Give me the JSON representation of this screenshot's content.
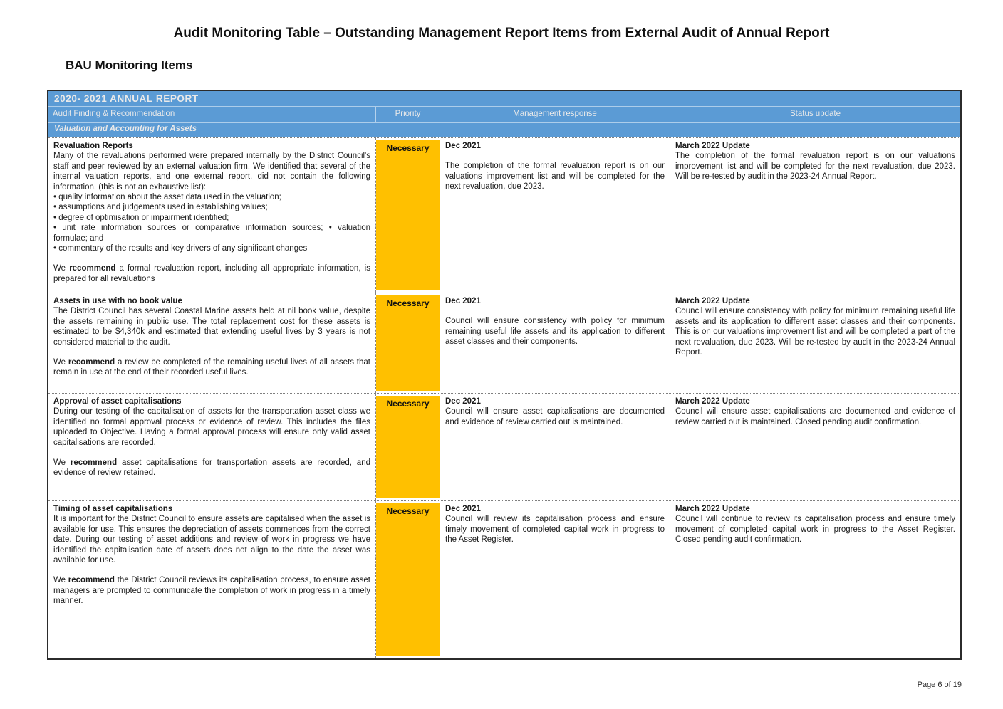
{
  "page": {
    "title": "Audit Monitoring Table – Outstanding Management Report Items from External Audit of Annual Report",
    "subtitle": "BAU Monitoring Items",
    "footer": "Page 6 of 19"
  },
  "table": {
    "section_title": "2020- 2021 ANNUAL REPORT",
    "columns": {
      "finding": "Audit Finding & Recommendation",
      "priority": "Priority",
      "response": "Management response",
      "status": "Status update"
    },
    "category": "Valuation and Accounting for Assets",
    "overflow_marker": "...",
    "colors": {
      "header_blue": "#5B9BD5",
      "priority_yellow": "#FFC000"
    },
    "rows": [
      {
        "finding": {
          "title": "Revaluation Reports",
          "body": "Many of the revaluations performed were prepared internally by the District Council's staff and peer reviewed by an external valuation firm. We identified that several of the internal valuation reports, and one external report, did not contain the following information. (this is not an exhaustive list):",
          "bullets": [
            "quality information about the asset data used in the valuation;",
            "assumptions and judgements used in establishing values;",
            "degree of optimisation or impairment identified;",
            "unit rate information sources or comparative information sources; • valuation formulae; and",
            "commentary of the results and key drivers of any significant changes"
          ],
          "recommend_prefix": "We ",
          "recommend_bold": "recommend",
          "recommend_rest": " a formal revaluation report, including all appropriate information, is prepared for all revaluations"
        },
        "priority": "Necessary",
        "response": {
          "date": "Dec 2021",
          "body": "The completion of the formal revaluation report is on our valuations improvement list and will be completed for the next revaluation, due 2023."
        },
        "status": {
          "title": "March 2022 Update",
          "body": "The completion of the formal revaluation report is on our valuations improvement list and will be completed for the next revaluation, due 2023. Will be re-tested by audit in the 2023-24 Annual Report."
        }
      },
      {
        "finding": {
          "title": "Assets in use with no book value",
          "body": "The District Council has several Coastal Marine assets held at nil book value, despite the assets remaining in public use. The total replacement cost for these assets is estimated to be $4,340k and estimated that extending useful lives by 3 years is not considered material to the audit.",
          "recommend_prefix": "We ",
          "recommend_bold": "recommend",
          "recommend_rest": " a review be completed of the remaining useful lives of all assets that remain in use at the end of their recorded useful lives."
        },
        "priority": "Necessary",
        "response": {
          "date": "Dec 2021",
          "body": "Council will ensure consistency with policy for minimum remaining useful life assets and its application to different asset classes and their components."
        },
        "status": {
          "title": "March 2022 Update",
          "body": "Council will ensure consistency with policy for minimum remaining useful life assets and its application to different asset classes and their components. This is on our valuations improvement list and will be completed a part of the next revaluation, due 2023. Will be re-tested by audit in the 2023-24 Annual Report."
        }
      },
      {
        "finding": {
          "title": "Approval of asset capitalisations",
          "body": "During our testing of the capitalisation of assets for the transportation asset class we identified no formal approval process or evidence of review. This includes the files uploaded to Objective. Having a formal approval process will ensure only valid asset capitalisations are recorded.",
          "recommend_prefix": "We ",
          "recommend_bold": "recommend",
          "recommend_rest": " asset capitalisations for transportation assets are recorded, and evidence of review retained."
        },
        "priority": "Necessary",
        "response": {
          "date": "Dec 2021",
          "body": "Council will ensure asset capitalisations are documented and evidence of review carried out is maintained."
        },
        "status": {
          "title": "March 2022 Update",
          "body": "Council will ensure asset capitalisations are documented and evidence of review carried out is maintained. Closed pending audit confirmation."
        }
      },
      {
        "finding": {
          "title": "Timing of asset capitalisations",
          "body": "It is important for the District Council to ensure assets are capitalised when the asset is available for use. This ensures the depreciation of assets commences from the correct date. During our testing of asset additions and review of work in progress we have identified the capitalisation date of assets does not align to the date the asset was available for use.",
          "recommend_prefix": "We ",
          "recommend_bold": "recommend",
          "recommend_rest": " the District Council reviews its capitalisation process, to ensure asset managers are prompted to communicate the completion of work in progress in a timely manner."
        },
        "priority": "Necessary",
        "response": {
          "date": "Dec 2021",
          "body": "Council will review its capitalisation process and ensure timely movement of completed capital work in progress to the Asset Register."
        },
        "status": {
          "title": "March 2022 Update",
          "body": "Council will continue to review its capitalisation process and ensure timely movement of completed capital work in progress to the Asset Register. Closed pending audit confirmation."
        }
      }
    ]
  }
}
